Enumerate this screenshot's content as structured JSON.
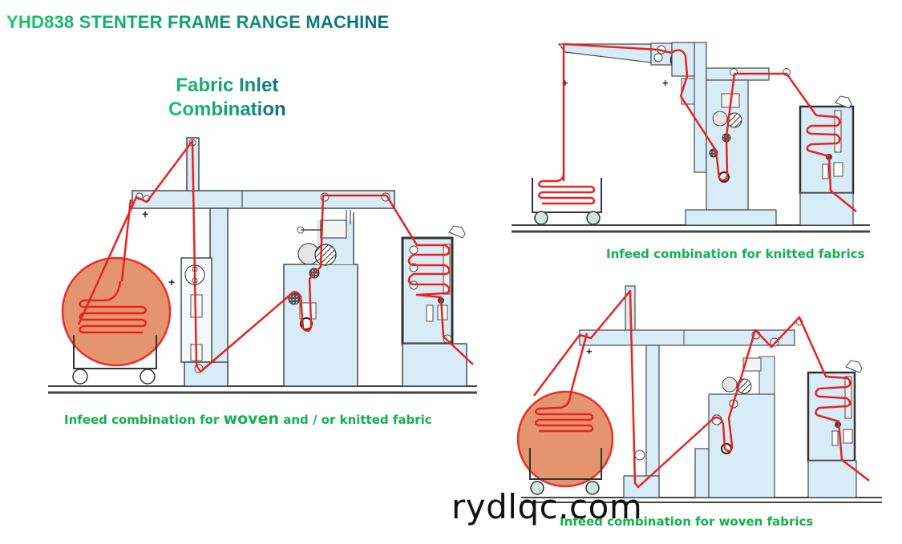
{
  "title": "YHD838 STENTER FRAME RANGE MACHINE",
  "subtitle_lines": [
    "Fabric Inlet",
    "Combination"
  ],
  "diagrams": [
    {
      "name": "woven-and-or-knitted",
      "caption_parts": [
        "Infeed combination for ",
        "woven",
        " and / or knitted fabric"
      ],
      "feed_source": "fabric-roll-and-cart"
    },
    {
      "name": "knitted",
      "caption": "Infeed combination for knitted fabrics",
      "feed_source": "fabric-cart"
    },
    {
      "name": "woven",
      "caption": "Infeed combination for woven fabrics",
      "feed_source": "fabric-roll-and-cart"
    }
  ],
  "watermark": "rydlqc.com",
  "colors": {
    "fabric_path": "#e8231f",
    "machine_fill": "#d8ecf7",
    "machine_stroke": "#4a4a4a",
    "roll_fill": "#e39066",
    "caption": "#14b04f"
  }
}
